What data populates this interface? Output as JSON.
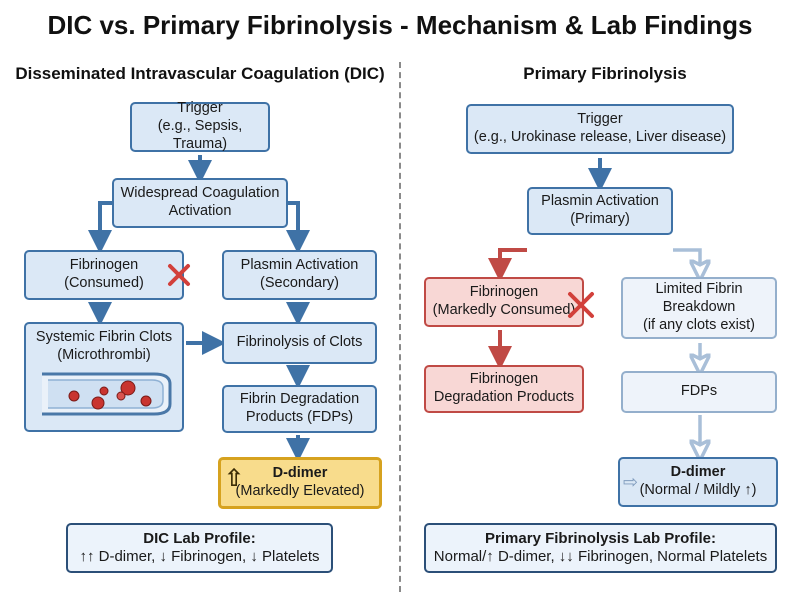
{
  "title": "DIC vs. Primary Fibrinolysis - Mechanism & Lab Findings",
  "dic": {
    "heading": "Disseminated Intravascular Coagulation (DIC)",
    "trigger": [
      "Trigger",
      "(e.g., Sepsis, Trauma)"
    ],
    "coagulation": [
      "Widespread Coagulation",
      "Activation"
    ],
    "fibrinogen": [
      "Fibrinogen",
      "(Consumed)"
    ],
    "plasmin": [
      "Plasmin Activation",
      "(Secondary)"
    ],
    "clots": [
      "Systemic Fibrin Clots",
      "(Microthrombi)"
    ],
    "fibrinolysis": "Fibrinolysis of Clots",
    "fdps": [
      "Fibrin Degradation",
      "Products (FDPs)"
    ],
    "ddimer": [
      "D-dimer",
      "(Markedly Elevated)"
    ],
    "ddimer_arrow": "⇧",
    "profile": [
      "DIC Lab Profile:",
      "↑↑ D-dimer, ↓ Fibrinogen, ↓ Platelets"
    ]
  },
  "pf": {
    "heading": "Primary Fibrinolysis",
    "trigger": [
      "Trigger",
      "(e.g., Urokinase release, Liver disease)"
    ],
    "plasmin": [
      "Plasmin Activation",
      "(Primary)"
    ],
    "fibrinogen": [
      "Fibrinogen",
      "(Markedly Consumed)"
    ],
    "limited": [
      "Limited Fibrin",
      "Breakdown",
      "(if any clots exist)"
    ],
    "fibrinogen_products": [
      "Fibrinogen",
      "Degradation Products"
    ],
    "fdps": "FDPs",
    "ddimer": [
      "D-dimer",
      "(Normal / Mildly ↑)"
    ],
    "ddimer_arrow": "⇨",
    "profile": [
      "Primary Fibrinolysis Lab Profile:",
      "Normal/↑ D-dimer, ↓↓ Fibrinogen, Normal Platelets"
    ]
  },
  "colors": {
    "blue_arrow": "#3f72a6",
    "red_arrow": "#c04a45",
    "light_arrow": "#a9bfd8",
    "x_mark": "#d2403b",
    "highlight": "#f8dc8c"
  },
  "icons": [
    "red-x-icon",
    "blood-vessel-icon",
    "up-arrow-icon",
    "right-arrow-icon"
  ]
}
